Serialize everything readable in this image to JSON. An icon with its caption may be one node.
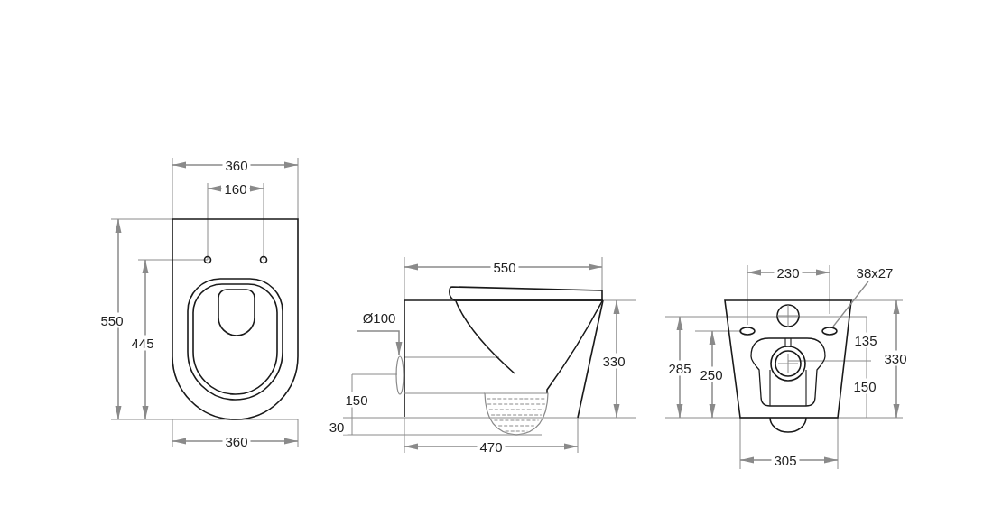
{
  "diagram": {
    "nodes": [
      {
        "text": [
          "38x27"
        ]
      },
      {
        "text": [],
        "shape": "circle"
      }
    ],
    "edges": [
      {
        "from": 0,
        "to": 1,
        "arrow": "none"
      }
    ],
    "labels": [
      "360",
      "160",
      "550",
      "445",
      "360",
      "550",
      "Ø100",
      "330",
      "150",
      "30",
      "470",
      "230",
      "135",
      "285",
      "250",
      "330",
      "150",
      "305"
    ]
  }
}
